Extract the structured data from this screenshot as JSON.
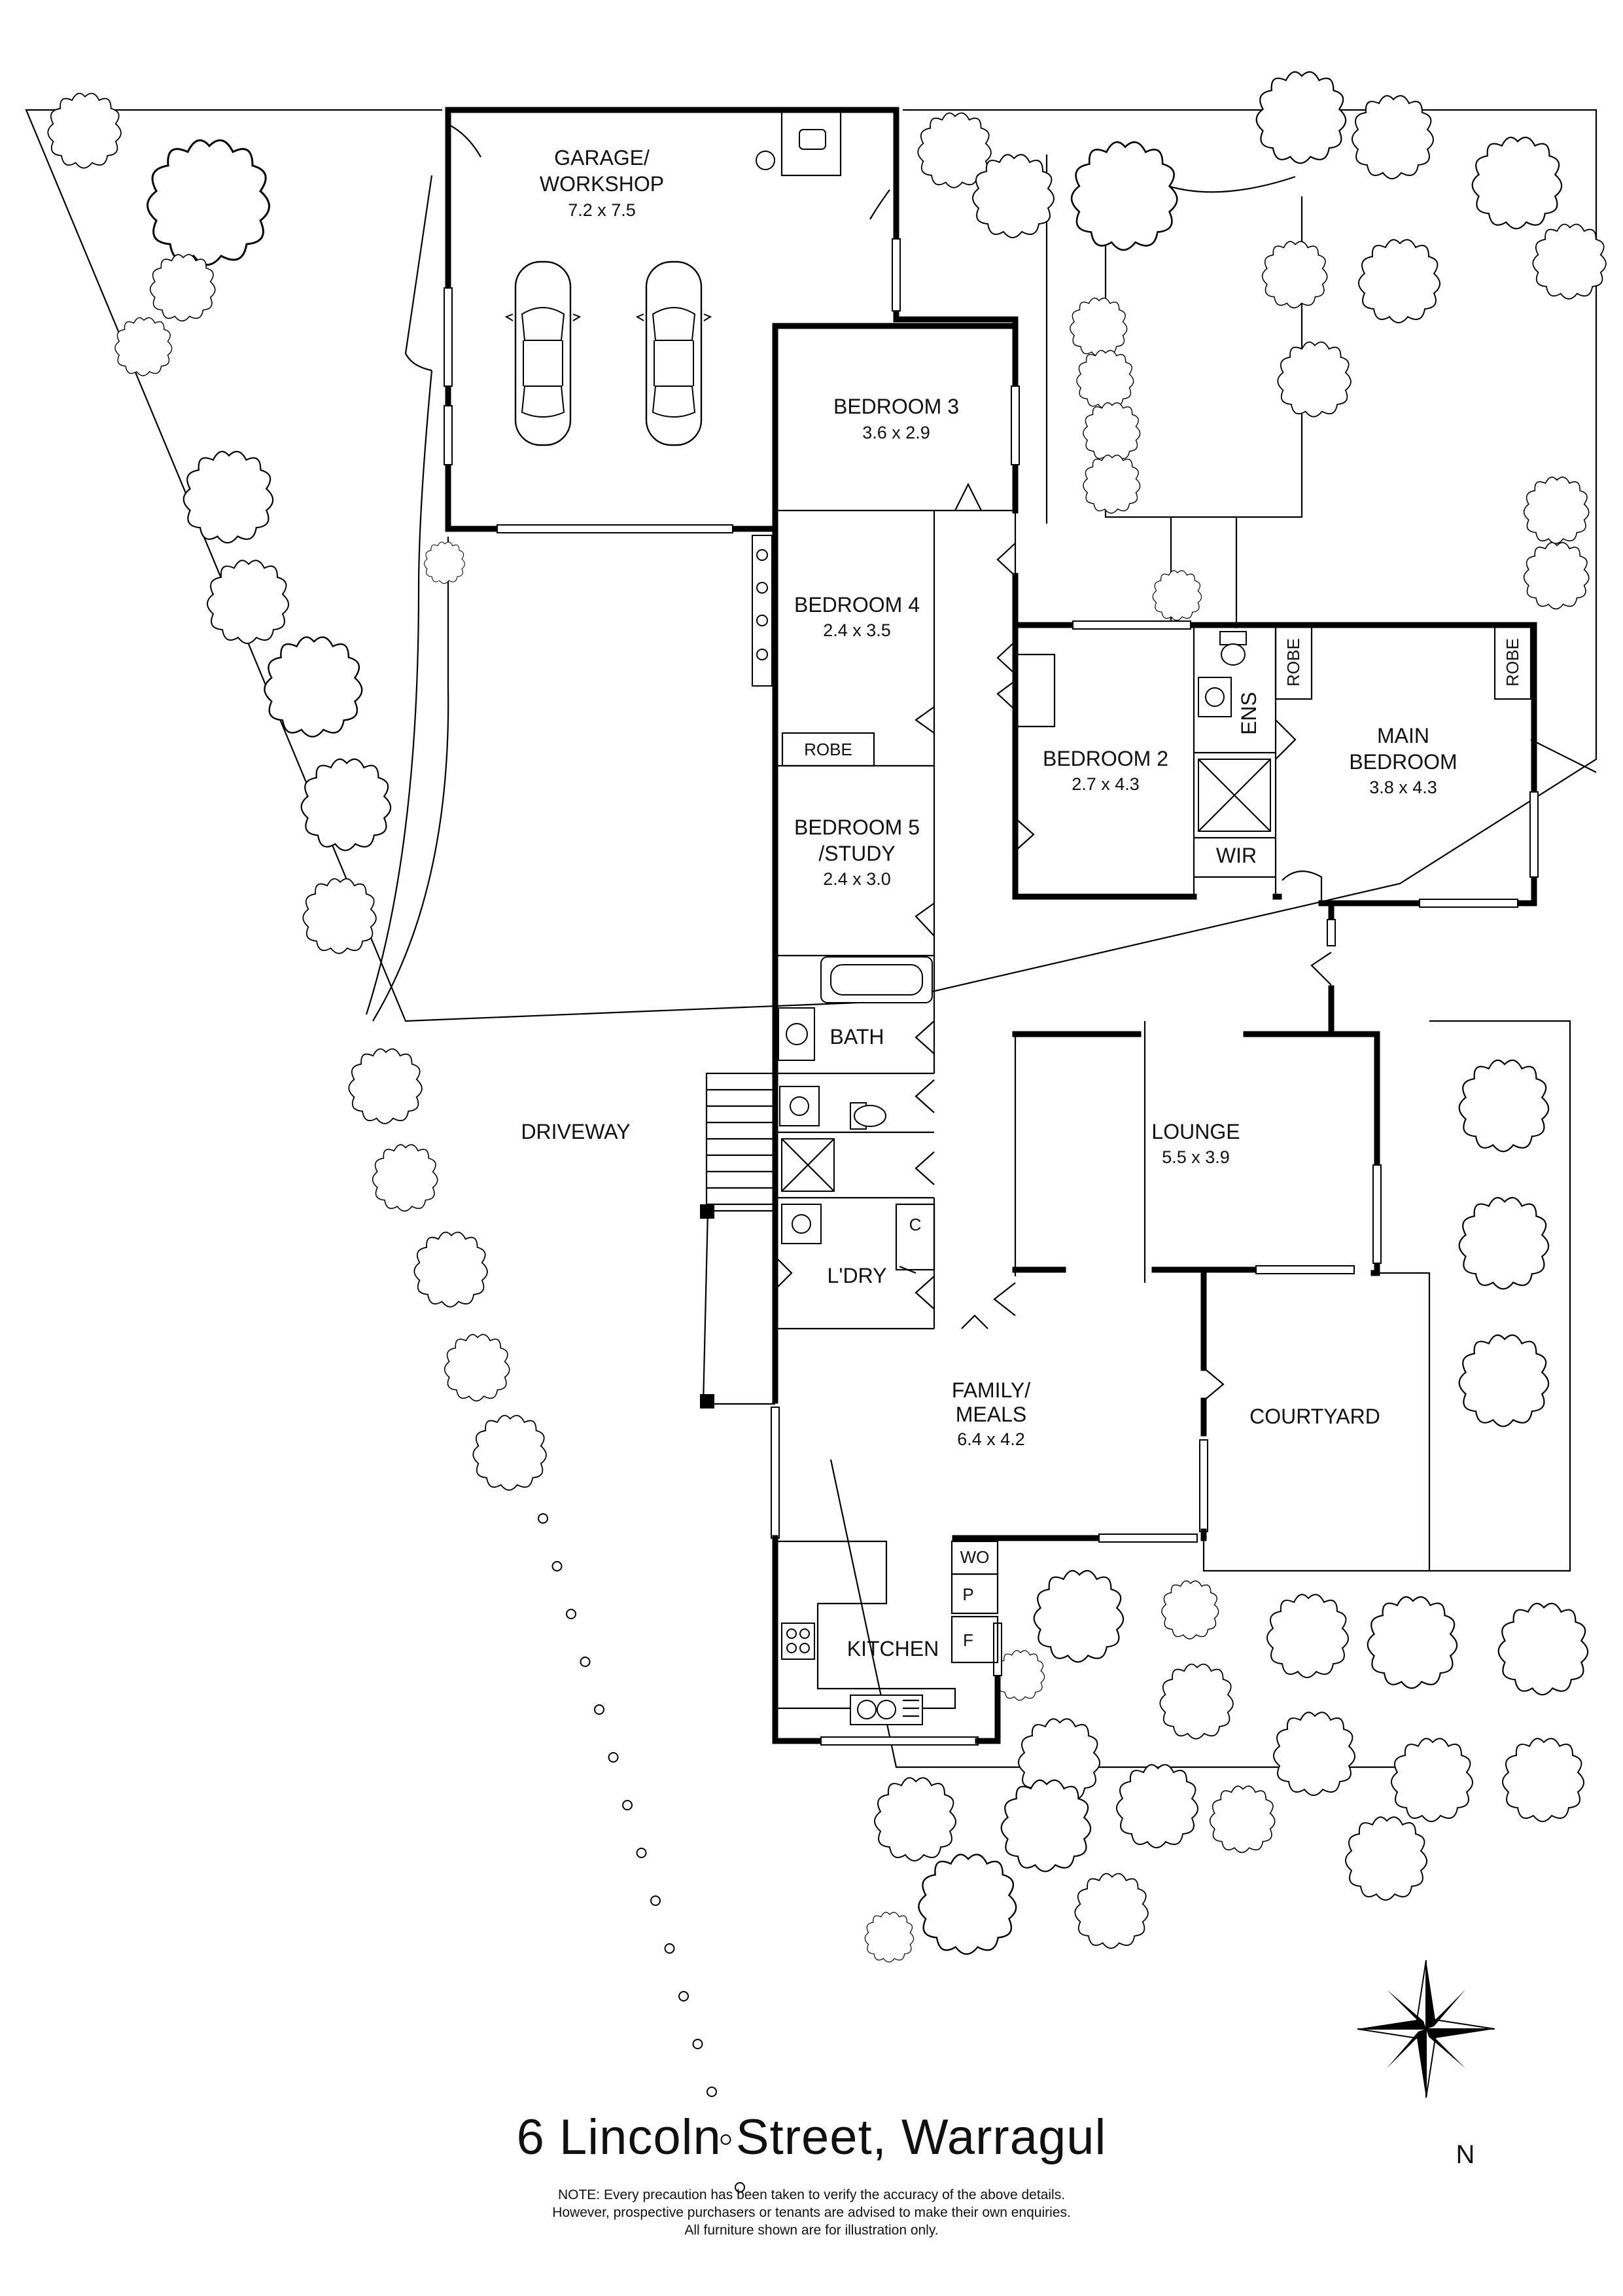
{
  "rooms": {
    "garage": {
      "name_line1": "GARAGE/",
      "name_line2": "WORKSHOP",
      "dims": "7.2 x 7.5"
    },
    "bedroom3": {
      "name": "BEDROOM 3",
      "dims": "3.6 x 2.9"
    },
    "bedroom4": {
      "name": "BEDROOM 4",
      "dims": "2.4 x 3.5"
    },
    "robe_bed4": {
      "name": "ROBE"
    },
    "bedroom5": {
      "name_line1": "BEDROOM 5",
      "name_line2": "/STUDY",
      "dims": "2.4 x 3.0"
    },
    "bath": {
      "name": "BATH"
    },
    "laundry": {
      "name": "L'DRY"
    },
    "cupboard": {
      "name": "C"
    },
    "bedroom2": {
      "name": "BEDROOM 2",
      "dims": "2.7 x 4.3"
    },
    "ensuite": {
      "name": "ENS"
    },
    "robe_main_left": {
      "name": "ROBE"
    },
    "robe_main_right": {
      "name": "ROBE"
    },
    "main_bedroom": {
      "name_line1": "MAIN",
      "name_line2": "BEDROOM",
      "dims": "3.8 x 4.3"
    },
    "wir": {
      "name": "WIR"
    },
    "lounge": {
      "name": "LOUNGE",
      "dims": "5.5 x 3.9"
    },
    "family": {
      "name_line1": "FAMILY/",
      "name_line2": "MEALS",
      "dims": "6.4 x 4.2"
    },
    "courtyard": {
      "name": "COURTYARD"
    },
    "kitchen": {
      "name": "KITCHEN"
    },
    "wo": {
      "name": "WO"
    },
    "pantry": {
      "name": "P"
    },
    "fridge": {
      "name": "F"
    },
    "driveway": {
      "name": "DRIVEWAY"
    }
  },
  "compass": {
    "label": "N"
  },
  "footer": {
    "address": "6 Lincoln Street, Warragul",
    "note_line1": "NOTE: Every precaution has been taken to verify the accuracy of the above details.",
    "note_line2": "However, prospective purchasers or tenants are advised to make their own enquiries.",
    "note_line3": "All furniture shown are for illustration only."
  }
}
